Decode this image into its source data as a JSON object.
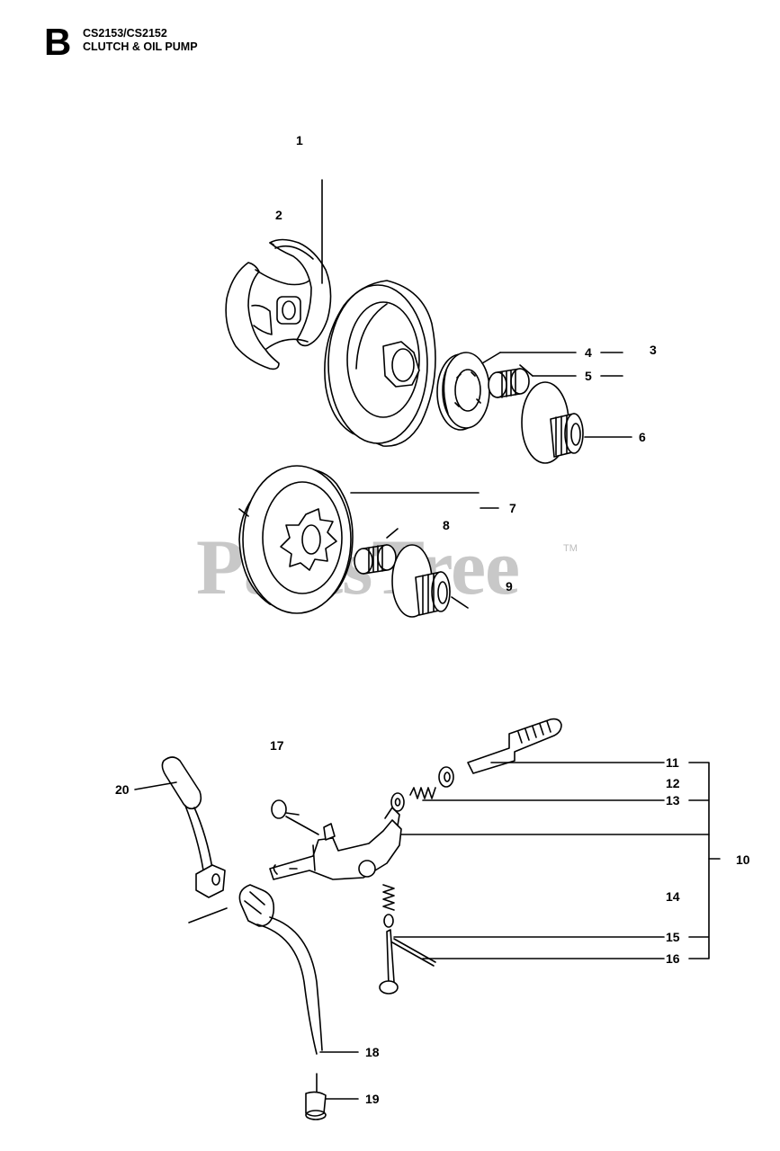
{
  "header": {
    "section_letter": "B",
    "model": "CS2153/CS2152",
    "title": "CLUTCH & OIL PUMP"
  },
  "watermark": {
    "text": "PartsTree",
    "trademark": "TM"
  },
  "callouts": {
    "c1": "1",
    "c2": "2",
    "c3": "3",
    "c4": "4",
    "c5": "5",
    "c6": "6",
    "c7": "7",
    "c8": "8",
    "c9": "9",
    "c10": "10",
    "c11": "11",
    "c12": "12",
    "c13": "13",
    "c14": "14",
    "c15": "15",
    "c16": "16",
    "c17": "17",
    "c18": "18",
    "c19": "19",
    "c20": "20"
  }
}
